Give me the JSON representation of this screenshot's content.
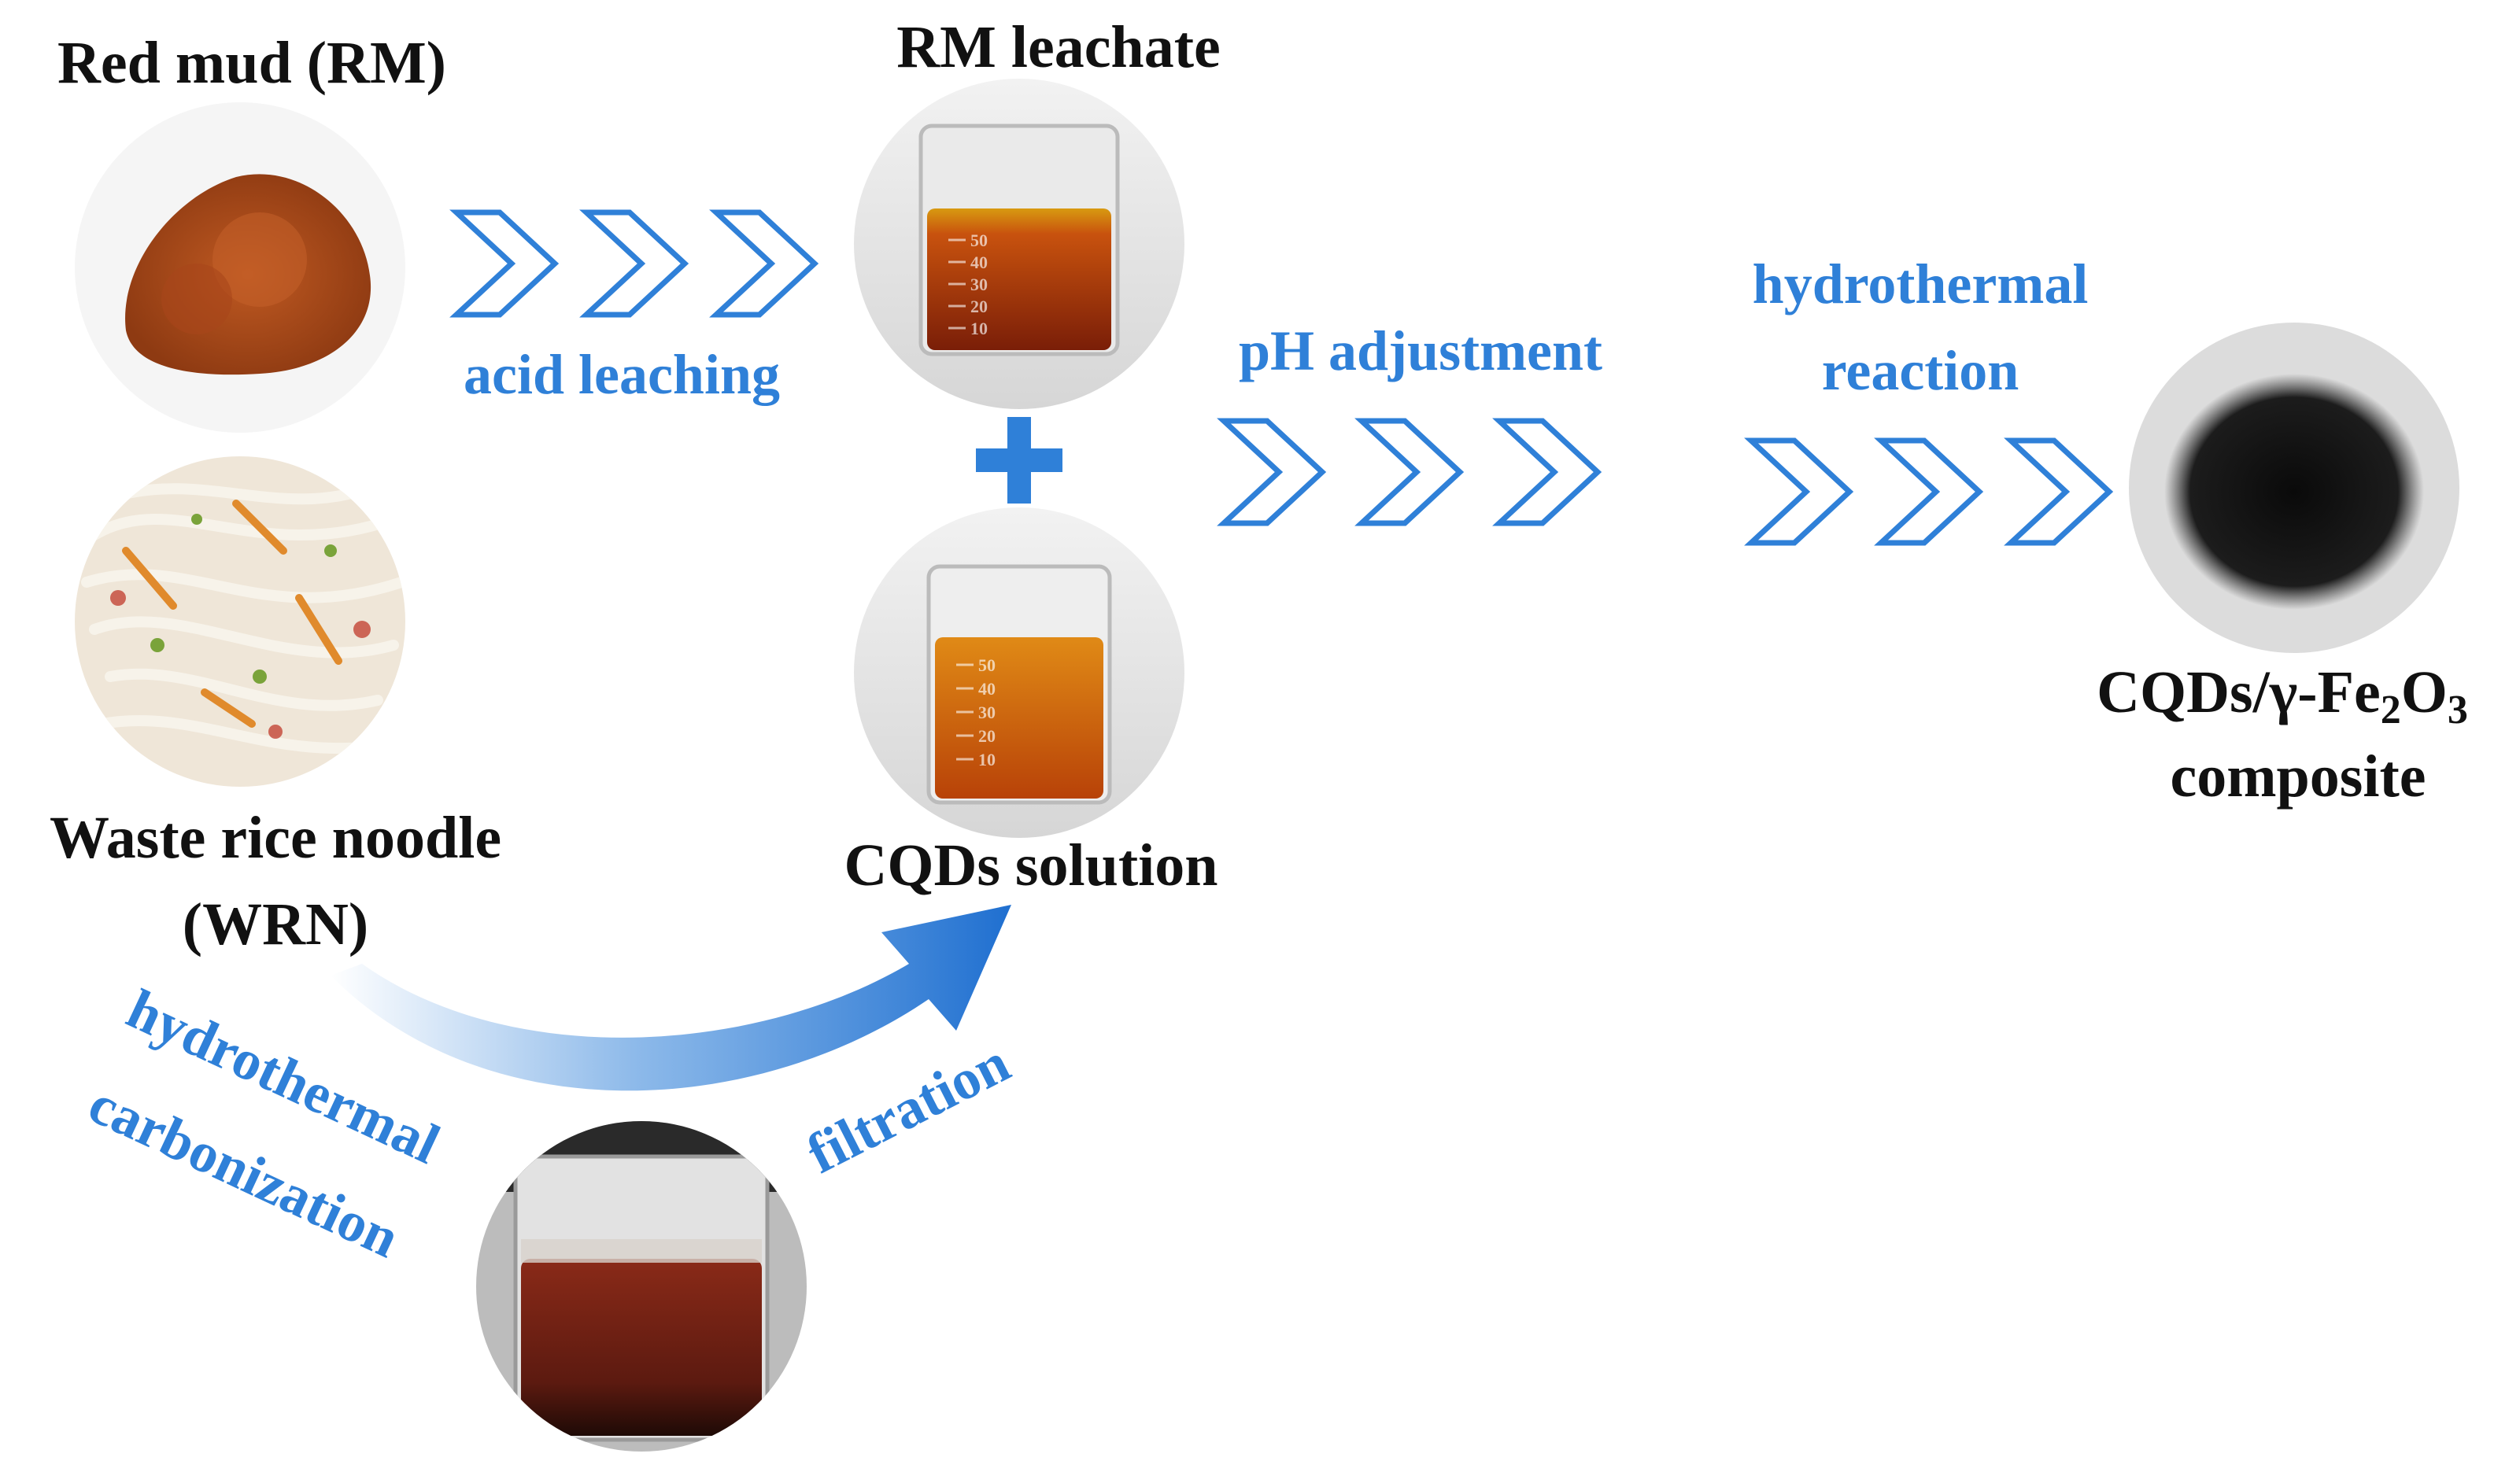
{
  "labels": {
    "red_mud": "Red mud (RM)",
    "rm_leachate": "RM leachate",
    "waste_rice_noodle_line1": "Waste rice noodle",
    "waste_rice_noodle_line2": "(WRN)",
    "cqds_solution": "CQDs solution",
    "composite_line1": "CQDs/γ-Fe",
    "composite_sub1": "2",
    "composite_mid": "O",
    "composite_sub2": "3",
    "composite_line2": "composite"
  },
  "steps": {
    "acid_leaching": "acid leaching",
    "ph_adjustment": "pH adjustment",
    "hydrothermal_reaction_line1": "hydrothermal",
    "hydrothermal_reaction_line2": "reaction",
    "hydrothermal_carbonization_line1": "hydrothermal",
    "hydrothermal_carbonization_line2": "carbonization",
    "filtration": "filtration"
  },
  "plus_sign": "+",
  "beaker_marks": [
    "50",
    "40",
    "30",
    "20",
    "10"
  ],
  "colors": {
    "accent_blue": "#2f80d8",
    "red_mud": "#b4501e",
    "leachate": "#c2410c",
    "cqds": "#d9620f",
    "carbon": "#6a1f14",
    "composite": "#141414"
  },
  "icons": [
    "chevron-arrow-icon",
    "plus-icon",
    "curved-arrow-icon"
  ]
}
